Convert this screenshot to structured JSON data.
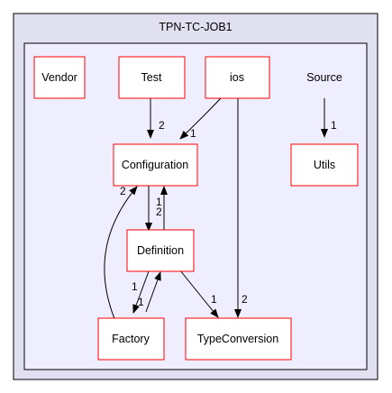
{
  "diagram": {
    "cluster_title": "TPN-TC-JOB1",
    "folder_label": "Source",
    "nodes": {
      "vendor": "Vendor",
      "test": "Test",
      "ios": "ios",
      "configuration": "Configuration",
      "utils": "Utils",
      "definition": "Definition",
      "factory": "Factory",
      "typeconversion": "TypeConversion"
    },
    "edge_counts": {
      "test_to_configuration": "2",
      "ios_to_configuration": "1",
      "source_to_utils": "1",
      "configuration_to_definition": "1",
      "definition_to_configuration": "2",
      "factory_to_configuration": "2",
      "definition_to_factory": "1",
      "factory_to_definition": "1",
      "definition_to_typeconversion": "1",
      "ios_to_typeconversion": "2"
    },
    "colors": {
      "outer_fill": "#e0e0f0",
      "inner_fill": "#eeeeff",
      "node_border": "#ff0000",
      "node_fill": "#ffffff",
      "line": "#000000"
    }
  }
}
